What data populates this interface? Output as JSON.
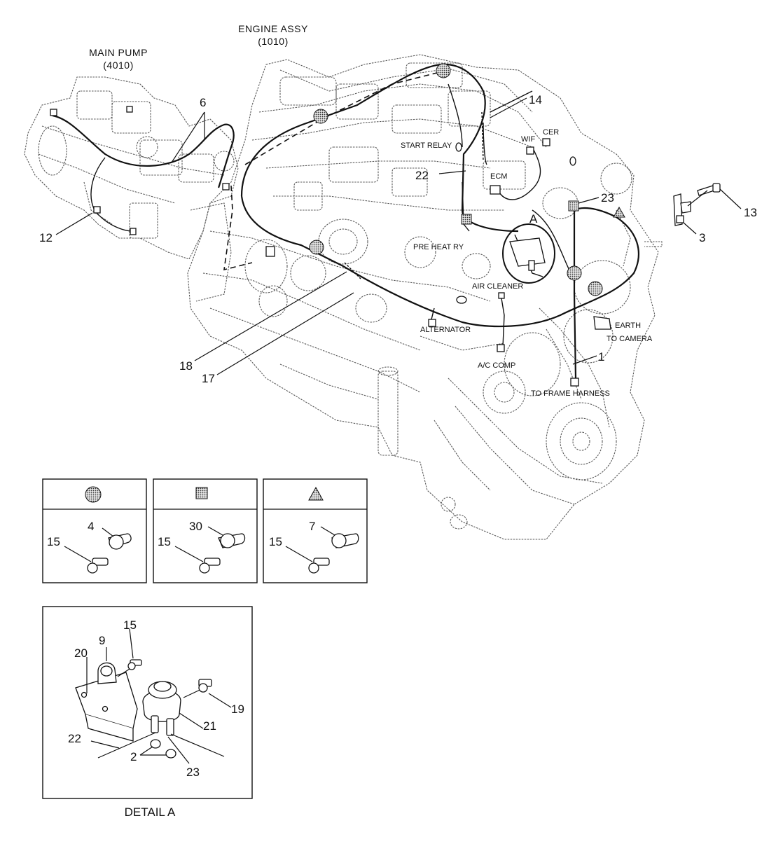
{
  "titles": {
    "engine_assy": "ENGINE ASSY",
    "engine_assy_code": "(1010)",
    "main_pump": "MAIN PUMP",
    "main_pump_code": "(4010)"
  },
  "connector_labels": {
    "start_relay": "START RELAY",
    "wif": "WIF",
    "cer": "CER",
    "ecm": "ECM",
    "pre_heat_ry": "PRE HEAT RY",
    "air_cleaner": "AIR CLEANER",
    "alternator": "ALTERNATOR",
    "earth": "EARTH",
    "to_camera": "TO CAMERA",
    "ac_comp": "A/C COMP",
    "to_frame_harness": "TO FRAME HARNESS"
  },
  "callouts": {
    "c14": "14",
    "c22_main": "22",
    "c23_main": "23",
    "c13": "13",
    "c3": "3",
    "c6": "6",
    "c12": "12",
    "cA": "A",
    "c18": "18",
    "c17": "17",
    "c1": "1"
  },
  "legend": {
    "box1": {
      "symbol": "circle-pattern",
      "part_top": "4",
      "part_bolt": "15"
    },
    "box2": {
      "symbol": "square-pattern",
      "part_top": "30",
      "part_bolt": "15"
    },
    "box3": {
      "symbol": "triangle-pattern",
      "part_top": "7",
      "part_bolt": "15"
    }
  },
  "detail_a": {
    "caption": "DETAIL A",
    "callouts": {
      "c15": "15",
      "c9": "9",
      "c20": "20",
      "c19": "19",
      "c21": "21",
      "c22": "22",
      "c2": "2",
      "c23": "23"
    }
  }
}
